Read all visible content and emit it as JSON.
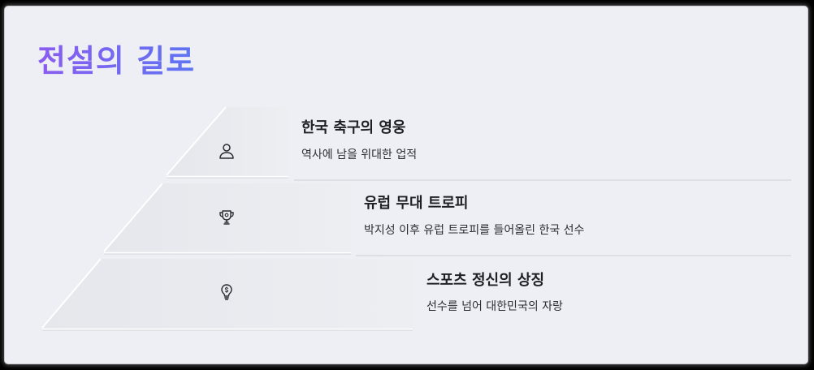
{
  "title": "전설의 길로",
  "colors": {
    "title_gradient_start": "#8a5cf0",
    "title_gradient_end": "#5e74f2",
    "background": "#eeeff4",
    "text": "#1f1f24"
  },
  "tiers": [
    {
      "heading": "한국 축구의 영웅",
      "description": "역사에 남을 위대한 업적",
      "icon": "person-icon"
    },
    {
      "heading": "유럽 무대 트로피",
      "description": "박지성 이후 유럽 트로피를 들어올린 한국 선수",
      "icon": "trophy-icon"
    },
    {
      "heading": "스포츠 정신의 상징",
      "description": "선수를 넘어 대한민국의 자랑",
      "icon": "lightbulb-icon"
    }
  ]
}
